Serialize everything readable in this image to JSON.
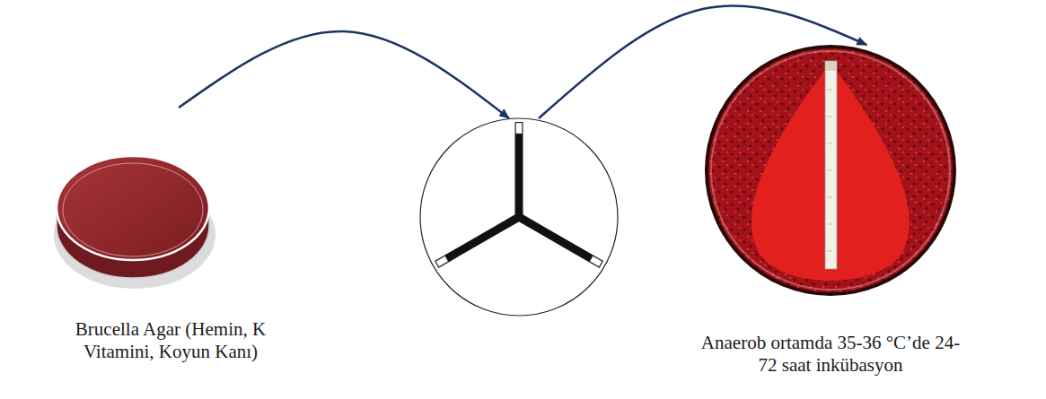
{
  "diagram": {
    "nodes": [
      {
        "text": [
          "Brucella Agar (Hemin, K Vitamini, Koyun Kanı)"
        ]
      },
      {
        "text": []
      },
      {
        "text": [
          "Anaerob ortamda 35-36 °C’de 24-72 saat inkübasyon"
        ]
      }
    ],
    "edges": [
      {
        "from": 0,
        "to": 1,
        "arrow": "to"
      },
      {
        "from": 1,
        "to": 2,
        "arrow": "to"
      }
    ]
  }
}
